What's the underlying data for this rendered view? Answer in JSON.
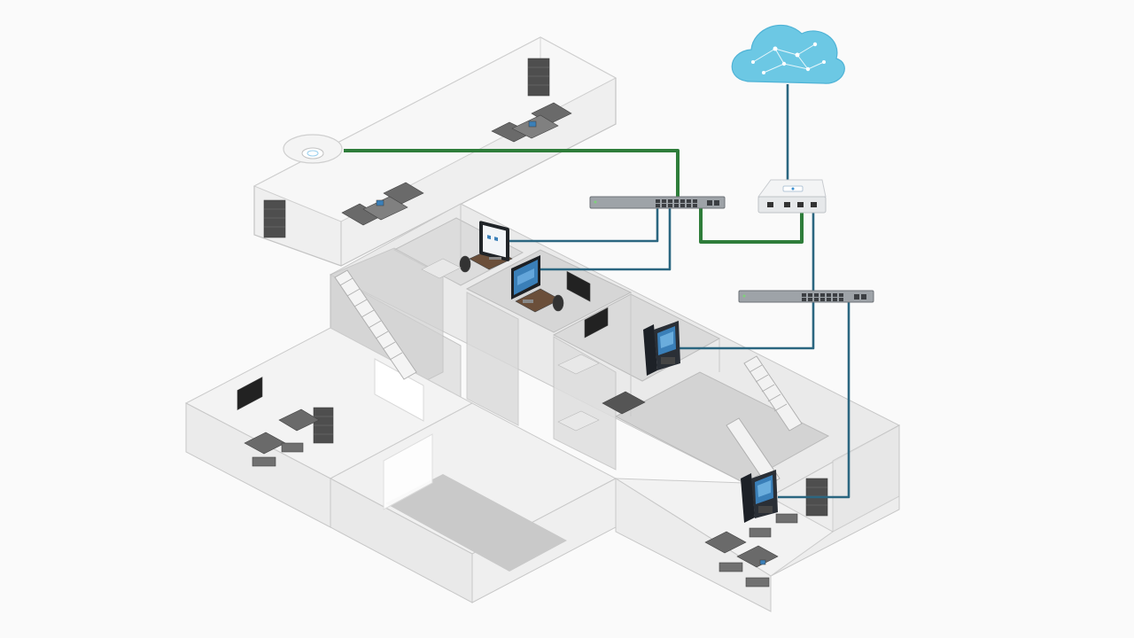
{
  "diagram": {
    "background": "#fafafa",
    "colors": {
      "poe_cable": "#2e7d3a",
      "data_cable": "#2b6680",
      "floor_fill": "#eeeeee",
      "wall_stroke": "#bdbdbd",
      "room_shadow": "#c8c8c8",
      "cloud": "#6cc8e4",
      "device_body": "#9ea3a8",
      "furniture": "#555555",
      "phone": "#1d2127",
      "screen": "#3a7fb8"
    },
    "devices": [
      {
        "id": "internet",
        "icon": "cloud-icon"
      },
      {
        "id": "gateway",
        "icon": "security-gateway-icon"
      },
      {
        "id": "switch_main",
        "icon": "poe-switch-icon"
      },
      {
        "id": "switch_lower",
        "icon": "network-switch-icon"
      },
      {
        "id": "access_point",
        "icon": "ceiling-access-point-icon"
      },
      {
        "id": "computer_1",
        "icon": "desktop-computer-icon"
      },
      {
        "id": "computer_2",
        "icon": "desktop-computer-icon"
      },
      {
        "id": "phone_1",
        "icon": "voip-phone-icon"
      },
      {
        "id": "phone_2",
        "icon": "voip-phone-icon"
      }
    ],
    "links": [
      {
        "from": "internet",
        "to": "gateway",
        "type": "data"
      },
      {
        "from": "gateway",
        "to": "switch_main",
        "type": "poe"
      },
      {
        "from": "switch_main",
        "to": "access_point",
        "type": "poe"
      },
      {
        "from": "switch_main",
        "to": "computer_1",
        "type": "data"
      },
      {
        "from": "switch_main",
        "to": "computer_2",
        "type": "data"
      },
      {
        "from": "gateway",
        "to": "switch_lower",
        "type": "data"
      },
      {
        "from": "switch_lower",
        "to": "phone_1",
        "type": "data"
      },
      {
        "from": "switch_lower",
        "to": "phone_2",
        "type": "data"
      }
    ]
  }
}
